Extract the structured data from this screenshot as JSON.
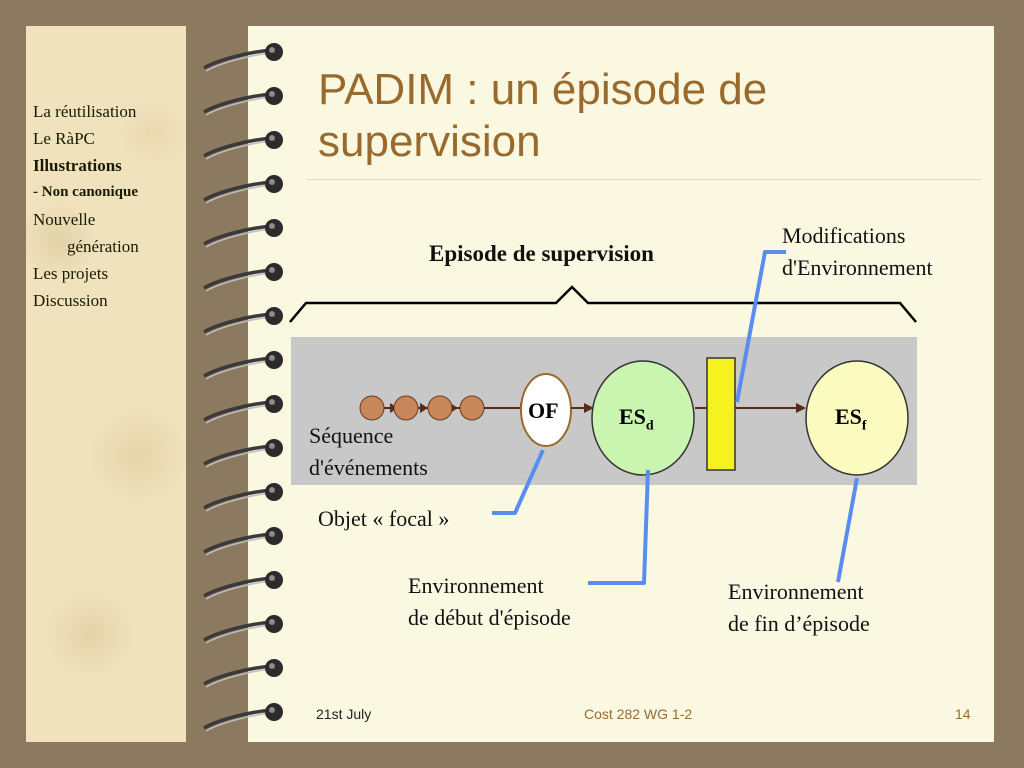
{
  "nav": {
    "items": [
      "La réutilisation",
      "Le RàPC",
      "Illustrations",
      "- Non canonique",
      "Nouvelle",
      "génération",
      "Les projets",
      "Discussion"
    ]
  },
  "title": "PADIM : un épisode de supervision",
  "diagram": {
    "heading": "Episode de supervision",
    "modifications": [
      "Modifications",
      "d'Environnement"
    ],
    "sequence": [
      "Séquence",
      "d'événements"
    ],
    "focal": "Objet « focal »",
    "env_start": [
      "Environnement",
      "de début d'épisode"
    ],
    "env_end": [
      "Environnement",
      "de fin d’épisode"
    ],
    "of": "OF",
    "esd_main": "ES",
    "esd_sub": "d",
    "esf_main": "ES",
    "esf_sub": "f"
  },
  "footer": {
    "date": "21st July",
    "center": "Cost 282 WG 1-2",
    "page": "14"
  },
  "colors": {
    "title": "#9a6a2c",
    "footer": "#9a6a2c",
    "connector": "#5a8df0",
    "esd_fill": "#c9f5b0",
    "esf_fill": "#fbfbc0",
    "modif_bar": "#f6f21f",
    "sequence_dot": "#c8875a",
    "band": "#c8c8c8"
  }
}
